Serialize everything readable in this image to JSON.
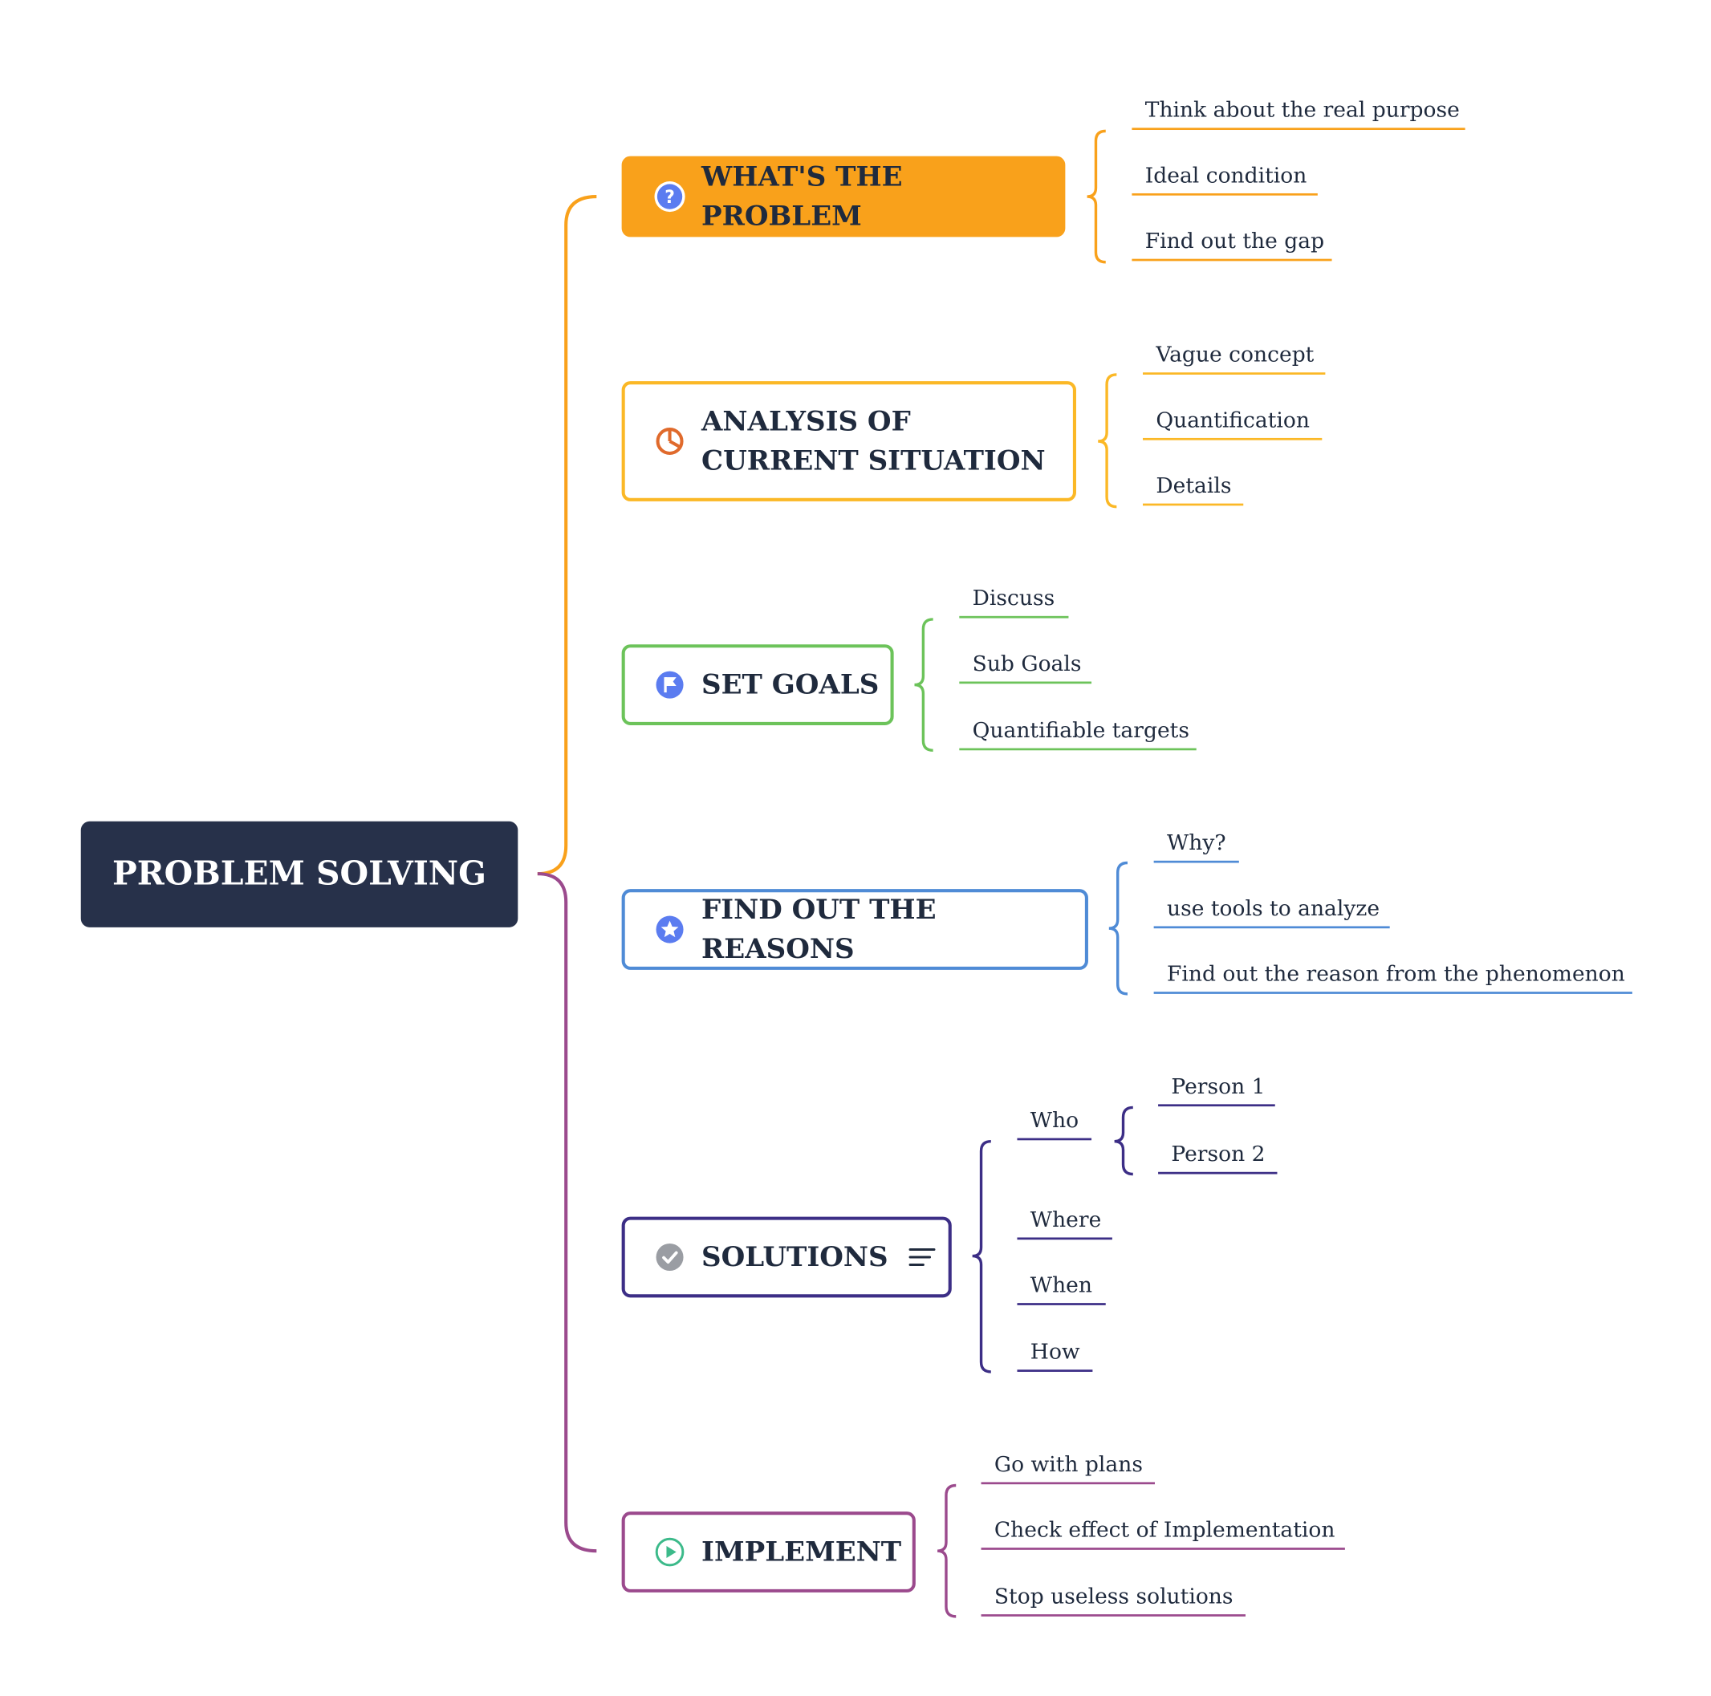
{
  "root": {
    "label": "PROBLEM SOLVING"
  },
  "colors": {
    "root_bg": "#27314a",
    "problem": "#f9a11b",
    "analysis": "#fbb826",
    "goals": "#6cc35a",
    "reasons": "#4f8bd6",
    "solutions": "#3c2e86",
    "implement": "#9b4a8d",
    "trunk_upper": "#f9a11b",
    "trunk_lower": "#9b4a8d"
  },
  "topics": [
    {
      "id": "problem",
      "label": "WHAT'S THE PROBLEM",
      "icon": "question-icon",
      "children": [
        "Think about the real purpose",
        "Ideal condition",
        "Find out the gap"
      ]
    },
    {
      "id": "analysis",
      "label": "ANALYSIS OF CURRENT SITUATION",
      "icon": "pie-chart-icon",
      "children": [
        "Vague concept",
        "Quantification",
        "Details"
      ]
    },
    {
      "id": "goals",
      "label": "SET GOALS",
      "icon": "flag-icon",
      "children": [
        "Discuss",
        "Sub Goals",
        "Quantifiable targets"
      ]
    },
    {
      "id": "reasons",
      "label": "FIND OUT THE REASONS",
      "icon": "star-icon",
      "children": [
        "Why?",
        "use tools to analyze",
        "Find out the reason from the phenomenon"
      ]
    },
    {
      "id": "solutions",
      "label": "SOLUTIONS",
      "icon": "check-icon",
      "note_icon": "notes-icon",
      "children": [
        "Who",
        "Where",
        "When",
        "How"
      ],
      "who_children": [
        "Person 1",
        "Person 2"
      ]
    },
    {
      "id": "implement",
      "label": "IMPLEMENT",
      "icon": "play-icon",
      "children": [
        "Go with plans",
        "Check effect of Implementation",
        "Stop useless solutions"
      ]
    }
  ]
}
